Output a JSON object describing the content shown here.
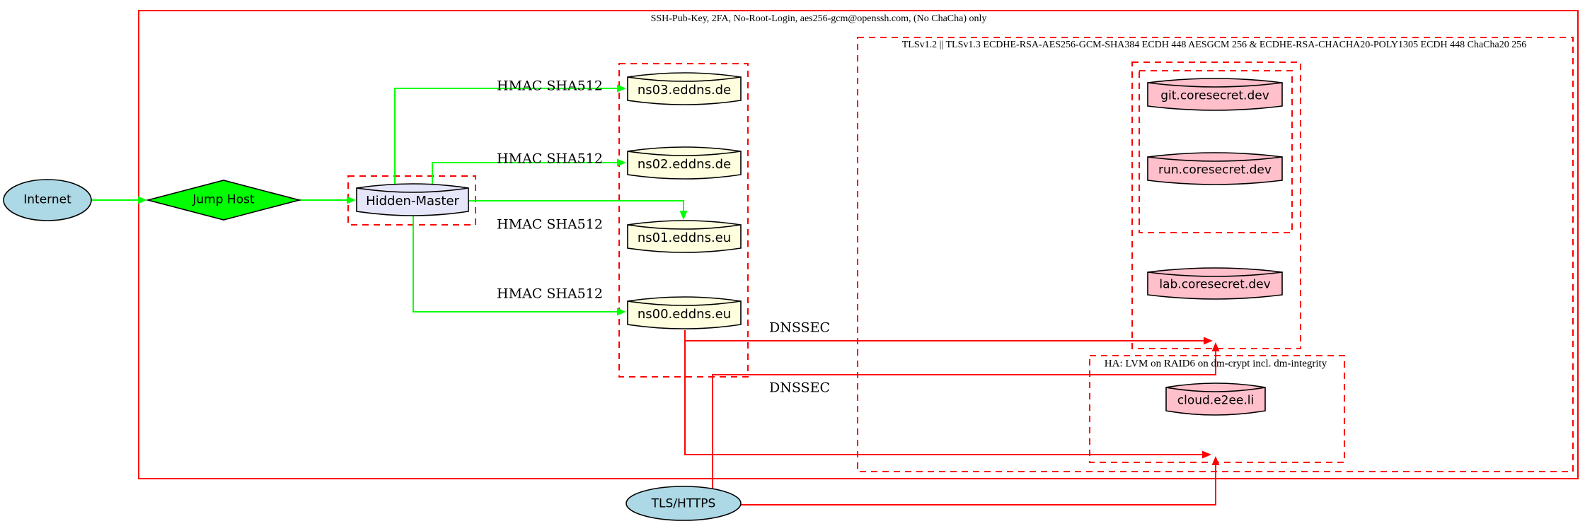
{
  "diagram": {
    "cluster_labels": {
      "outer_ssh": "SSH-Pub-Key, 2FA, No-Root-Login, aes256-gcm@openssh.com, (No ChaCha) only",
      "tls": "TLSv1.2 || TLSv1.3 ECDHE-RSA-AES256-GCM-SHA384 ECDH 448 AESGCM 256 & ECDHE-RSA-CHACHA20-POLY1305 ECDH 448 ChaCha20 256",
      "ha": "HA: LVM on RAID6 on dm-crypt incl. dm-integrity"
    },
    "nodes": {
      "internet": {
        "label": "Internet"
      },
      "jump_host": {
        "label": "Jump Host"
      },
      "hidden_master": {
        "label": "Hidden-Master"
      },
      "ns03": {
        "label": "ns03.eddns.de"
      },
      "ns02": {
        "label": "ns02.eddns.de"
      },
      "ns01": {
        "label": "ns01.eddns.eu"
      },
      "ns00": {
        "label": "ns00.eddns.eu"
      },
      "git": {
        "label": "git.coresecret.dev"
      },
      "run": {
        "label": "run.coresecret.dev"
      },
      "lab": {
        "label": "lab.coresecret.dev"
      },
      "cloud": {
        "label": "cloud.e2ee.li"
      },
      "tls_https": {
        "label": "TLS/HTTPS"
      }
    },
    "edge_labels": {
      "hmac_1": "HMAC SHA512",
      "hmac_2": "HMAC SHA512",
      "hmac_3": "HMAC SHA512",
      "hmac_4": "HMAC SHA512",
      "dnssec_1": "DNSSEC",
      "dnssec_2": "DNSSEC"
    },
    "colors": {
      "node_lightblue": "#add8e6",
      "node_green": "#00ff00",
      "node_lavender": "#e6e6fa",
      "node_lightyellow": "#ffffe0",
      "node_pink": "#ffc0cb",
      "edge_green": "#00ff00",
      "edge_red": "#ff0000",
      "node_border": "#000000"
    }
  }
}
